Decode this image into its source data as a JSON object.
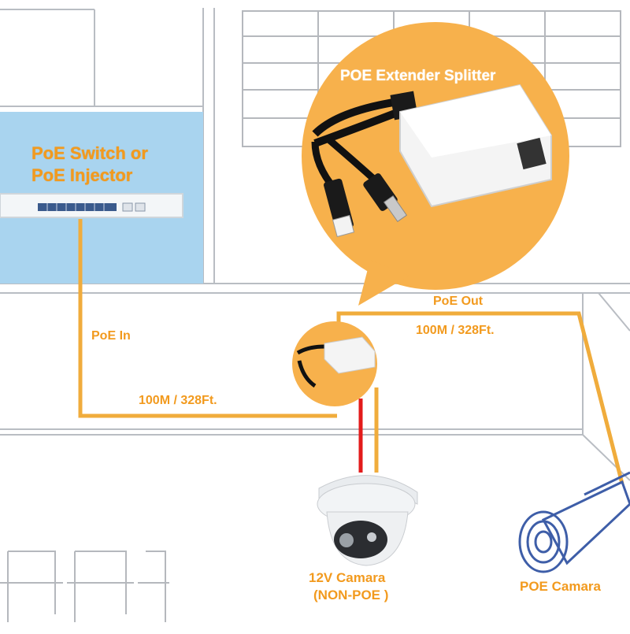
{
  "labels": {
    "switch_line1": "PoE Switch or",
    "switch_line2": "PoE Injector",
    "splitter_title": "POE Extender Splitter",
    "poe_in": "PoE In",
    "poe_out": "PoE Out",
    "distance_left": "100M / 328Ft.",
    "distance_right": "100M / 328Ft.",
    "cam12v_line1": "12V Camara",
    "cam12v_line2": "(NON-POE )",
    "poe_camera": "POE Camara"
  },
  "colors": {
    "cable": "#f0ac3c",
    "power": "#e31b1b",
    "bubble": "#f7b14c",
    "panel": "#a9d4ef",
    "outline": "#b8bcc2"
  }
}
